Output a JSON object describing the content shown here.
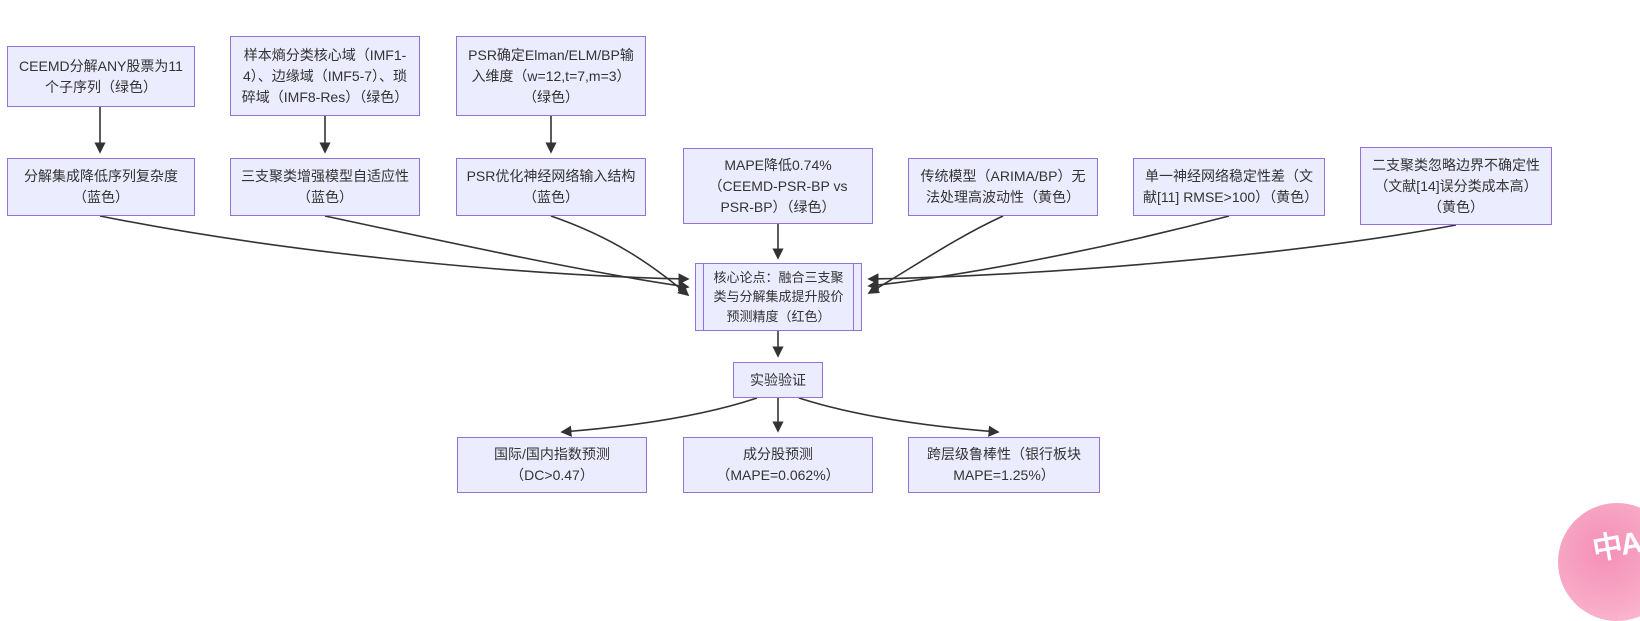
{
  "diagram": {
    "colors": {
      "node_fill": "#ECECFF",
      "node_border": "#9370DB",
      "arrow": "#333333",
      "text": "#333333",
      "watermark_pink": "#F8A9C6"
    },
    "nodes": {
      "ceemd": {
        "label": "CEEMD分解ANY股票为11个子序列（绿色）"
      },
      "entropy": {
        "label": "样本熵分类核心域（IMF1-4）、边缘域（IMF5-7）、琐碎域（IMF8-Res）（绿色）"
      },
      "psr": {
        "label": "PSR确定Elman/ELM/BP输入维度（w=12,t=7,m=3）（绿色）"
      },
      "decompose": {
        "label": "分解集成降低序列复杂度（蓝色）"
      },
      "threeway": {
        "label": "三支聚类增强模型自适应性（蓝色）"
      },
      "psropt": {
        "label": "PSR优化神经网络输入结构（蓝色）"
      },
      "mape": {
        "label": "MAPE降低0.74%（CEEMD-PSR-BP vs PSR-BP）（绿色）"
      },
      "traditional": {
        "label": "传统模型（ARIMA/BP）无法处理高波动性（黄色）"
      },
      "singlenn": {
        "label": "单一神经网络稳定性差（文献[11] RMSE>100）（黄色）"
      },
      "twoway": {
        "label": "二支聚类忽略边界不确定性（文献[14]误分类成本高）（黄色）"
      },
      "core": {
        "label": "核心论点：融合三支聚类与分解集成提升股价预测精度（红色）"
      },
      "experiment": {
        "label": "实验验证"
      },
      "index_pred": {
        "label": "国际/国内指数预测（DC>0.47）"
      },
      "constituent_pred": {
        "label": "成分股预测（MAPE=0.062%）"
      },
      "robustness": {
        "label": "跨层级鲁棒性（银行板块 MAPE=1.25%）"
      }
    },
    "edges": [
      {
        "from": "ceemd",
        "to": "decompose"
      },
      {
        "from": "entropy",
        "to": "threeway"
      },
      {
        "from": "psr",
        "to": "psropt"
      },
      {
        "from": "decompose",
        "to": "core"
      },
      {
        "from": "threeway",
        "to": "core"
      },
      {
        "from": "psropt",
        "to": "core"
      },
      {
        "from": "mape",
        "to": "core"
      },
      {
        "from": "traditional",
        "to": "core"
      },
      {
        "from": "singlenn",
        "to": "core"
      },
      {
        "from": "twoway",
        "to": "core"
      },
      {
        "from": "core",
        "to": "experiment"
      },
      {
        "from": "experiment",
        "to": "index_pred"
      },
      {
        "from": "experiment",
        "to": "constituent_pred"
      },
      {
        "from": "experiment",
        "to": "robustness"
      }
    ]
  },
  "watermark": {
    "label": "中A"
  }
}
